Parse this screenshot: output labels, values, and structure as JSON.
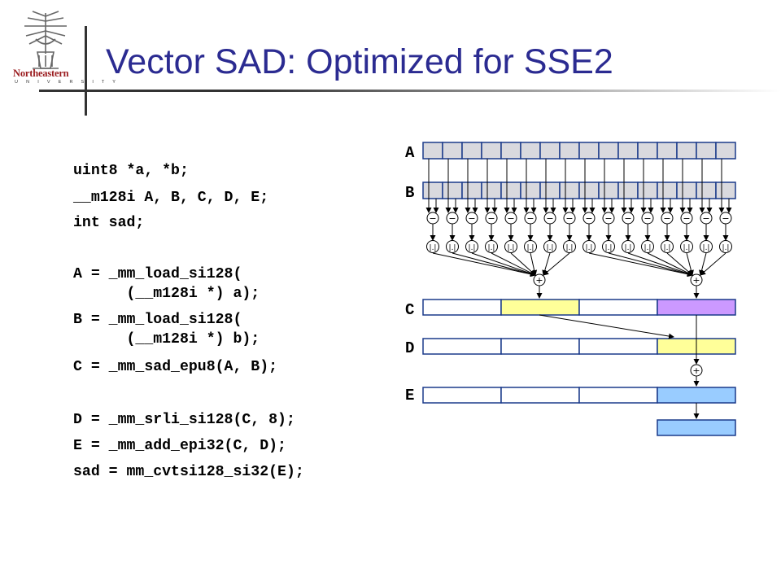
{
  "slide": {
    "title": "Vector SAD: Optimized for SSE2",
    "logo": {
      "name": "Northeastern",
      "subtitle": "U N I V E R S I T Y"
    }
  },
  "code_lines": [
    "uint8 *a, *b;",
    "__m128i A, B, C, D, E;",
    "int sad;",
    "A = _mm_load_si128(",
    "      (__m128i *) a);",
    "B = _mm_load_si128(",
    "      (__m128i *) b);",
    "C = _mm_sad_epu8(A, B);",
    "D = _mm_srli_si128(C, 8);",
    "E = _mm_add_epi32(C, D);",
    "sad = mm_cvtsi128_si32(E);"
  ],
  "diagram": {
    "register_labels": {
      "A": "A",
      "B": "B",
      "C": "C",
      "D": "D",
      "E": "E"
    },
    "ops": {
      "subtract": "−",
      "abs": "|.|",
      "add": "+"
    },
    "lanes": 16,
    "colors": {
      "byte_fill": "#d9d9de",
      "border": "#1a3a8a",
      "yellow": "#ffff99",
      "purple": "#cc99ff",
      "blue": "#99ccff"
    }
  }
}
